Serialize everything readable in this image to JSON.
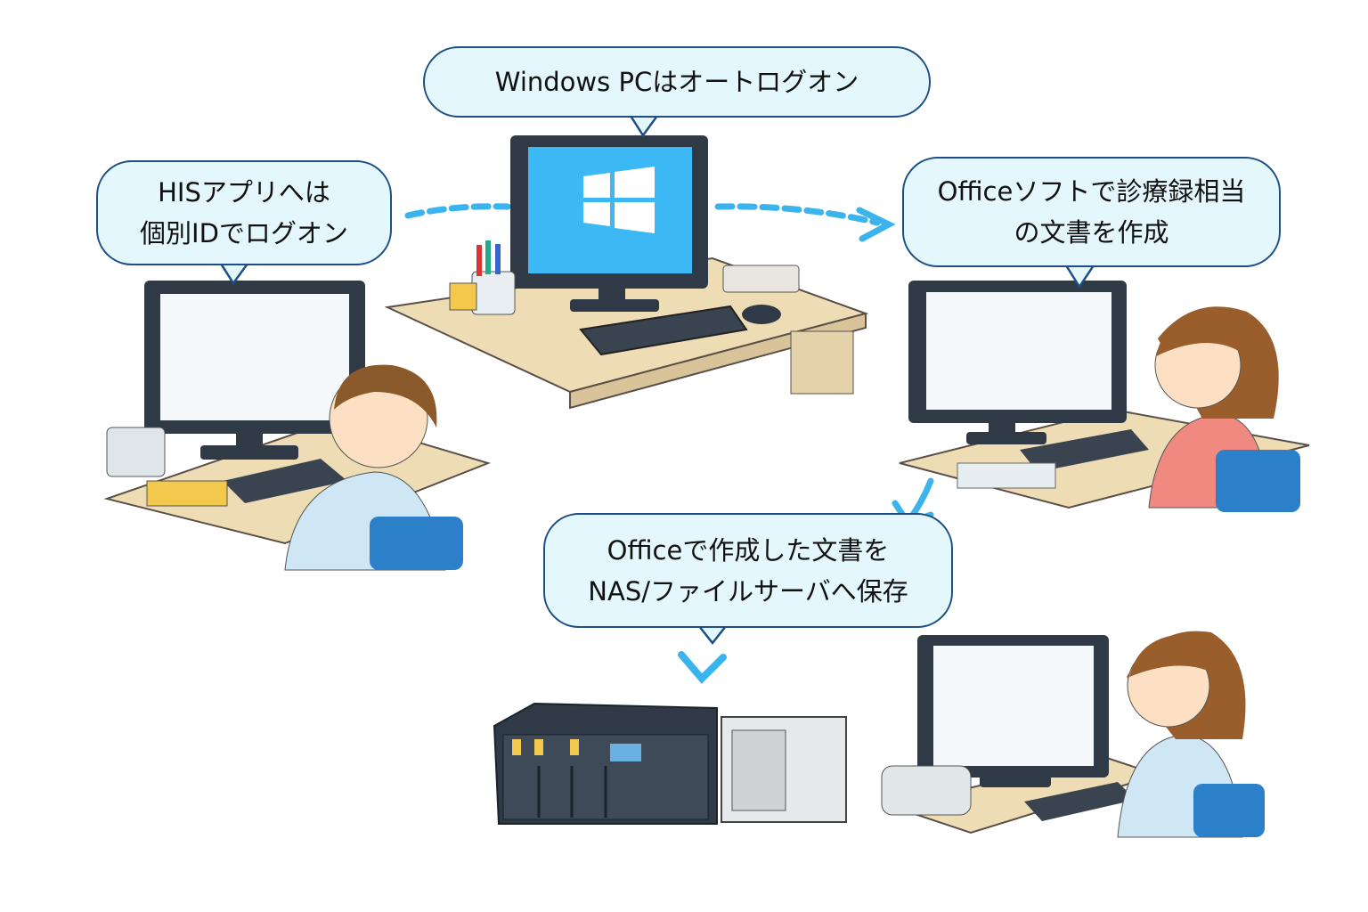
{
  "bubbles": {
    "windows": {
      "line1": "Windows PCはオートログオン"
    },
    "his": {
      "line1": "HISアプリへは",
      "line2": "個別IDでログオン"
    },
    "office": {
      "line1": "Officeソフトで診療録相当",
      "line2": "の文書を作成"
    },
    "nas": {
      "line1": "Officeで作成した文書を",
      "line2": "NAS/ファイルサーバへ保存"
    }
  },
  "colors": {
    "bubble_fill": "#e4f7fc",
    "bubble_border": "#1d4f86",
    "arrow": "#3bb4ee",
    "screen_blue": "#3cb8f5",
    "monitor": "#2f3a46"
  }
}
